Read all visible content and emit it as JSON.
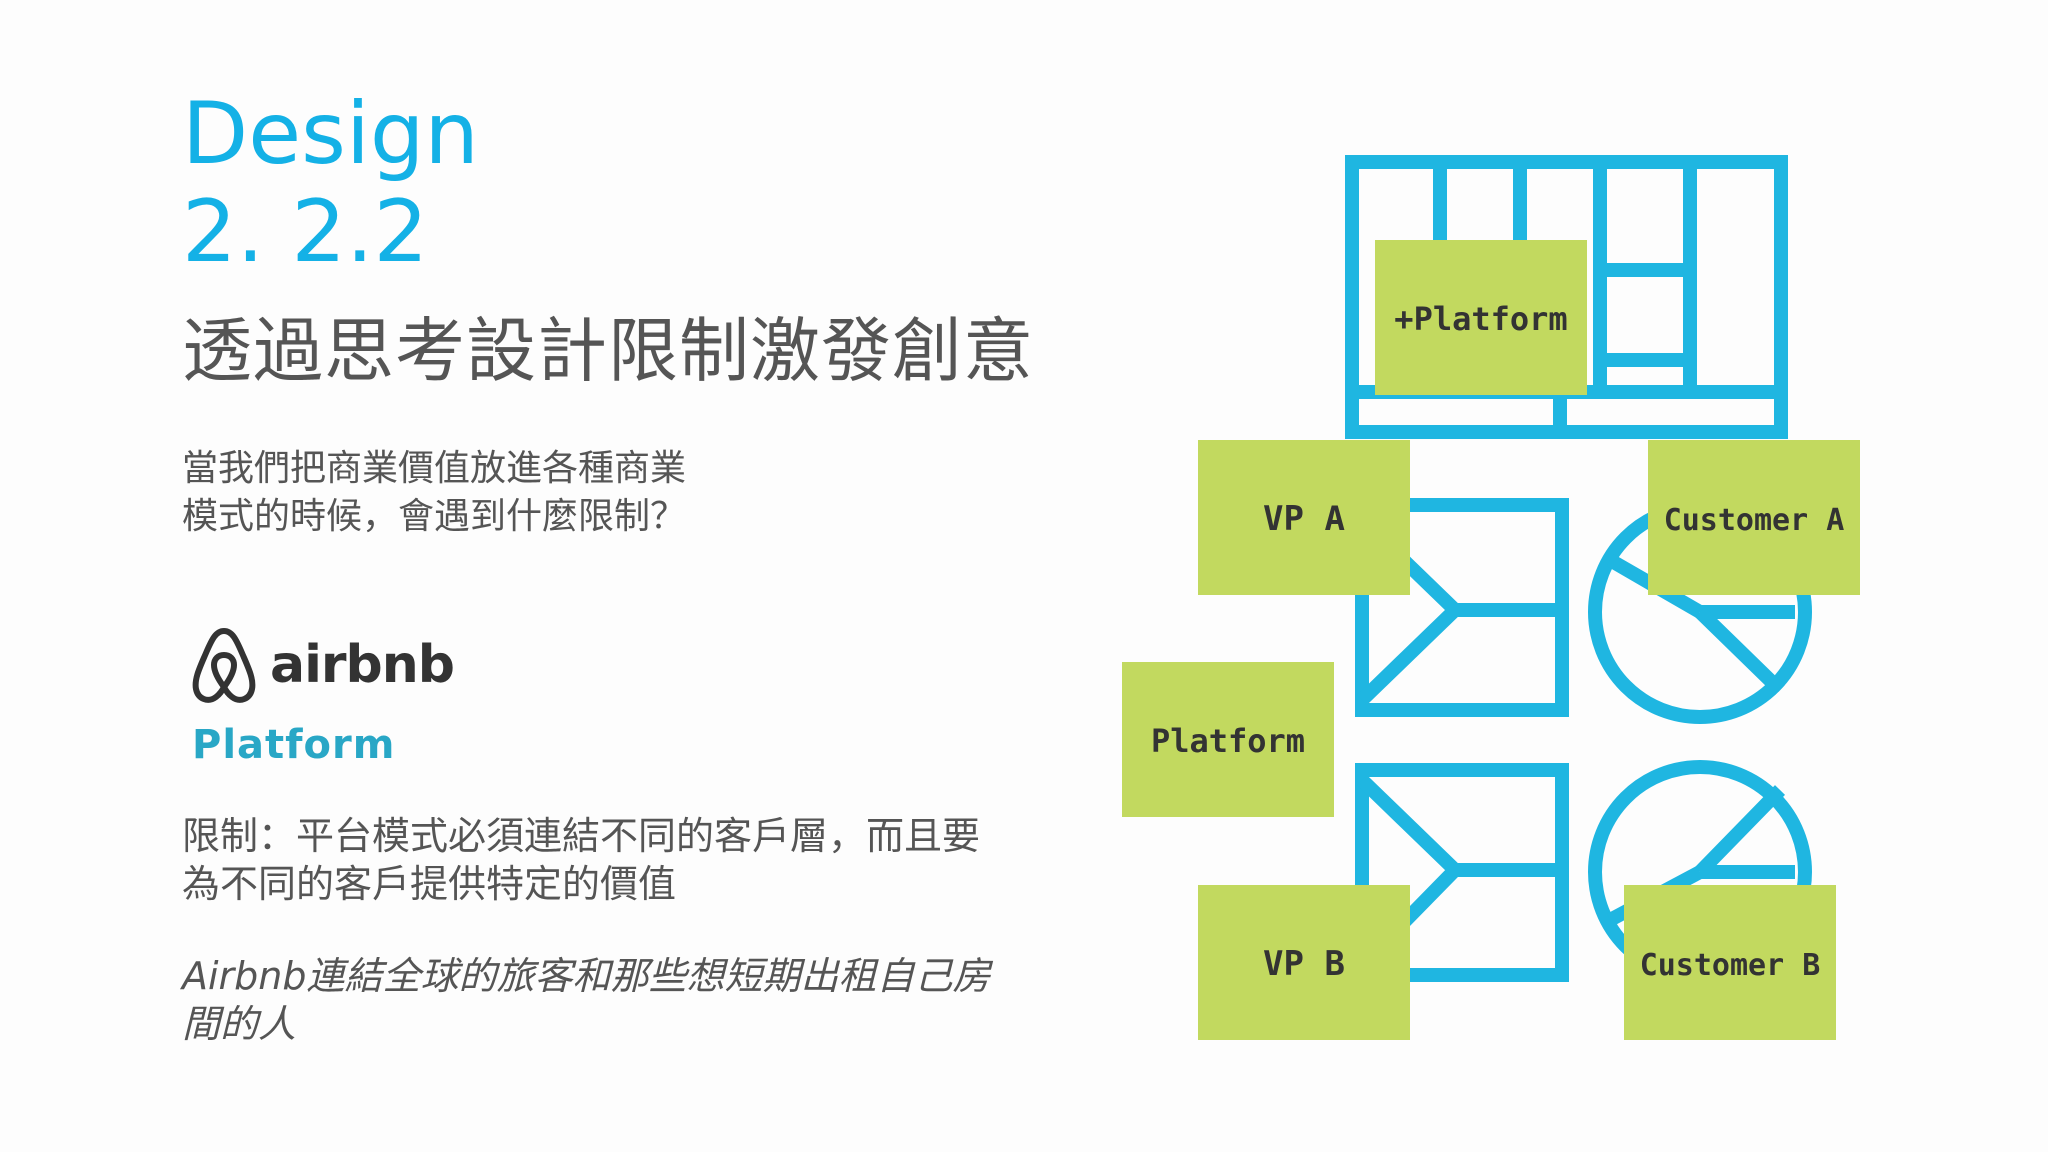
{
  "title": {
    "line1": "Design",
    "line2": "2. 2.2"
  },
  "subtitle": "透過思考設計限制激發創意",
  "question": "當我們把商業價值放進各種商業\n模式的時候，會遇到什麼限制？",
  "logo": {
    "text": "airbnb",
    "icon": "airbnb-belo-icon"
  },
  "platform_tag": "Platform",
  "limit_text": "限制：平台模式必須連結不同的客戶層，而且要為不同的客戶提供特定的價值",
  "example_text": "Airbnb連結全球的旅客和那些想短期出租自己房間的人",
  "diagram": {
    "notes": {
      "platform_plus": "+Platform",
      "vp_a": "VP A",
      "customer_a": "Customer A",
      "platform": "Platform",
      "vp_b": "VP B",
      "customer_b": "Customer B"
    },
    "colors": {
      "stroke": "#1fb6e1",
      "note": "#c2d95f"
    }
  },
  "colors": {
    "accent": "#14b1e6",
    "body_text": "#555555",
    "platform_tag": "#29a7c6"
  }
}
